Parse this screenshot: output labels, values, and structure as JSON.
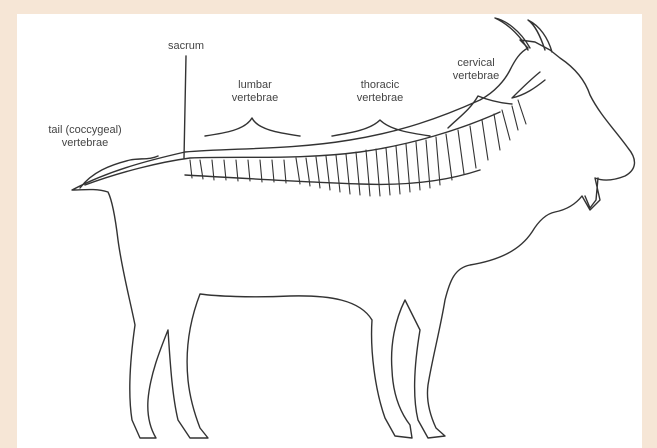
{
  "labels": {
    "sacrum": "sacrum",
    "lumbar": [
      "lumbar",
      "vertebrae"
    ],
    "thoracic": [
      "thoracic",
      "vertebrae"
    ],
    "cervical": [
      "cervical",
      "vertebrae"
    ],
    "tail": [
      "tail (coccygeal)",
      "vertebrae"
    ]
  },
  "colors": {
    "page_background": "#f6e6d6",
    "panel": "#ffffff",
    "line": "#333333",
    "text": "#444444"
  },
  "icons": {
    "figure": "goat-skeleton-diagram"
  }
}
